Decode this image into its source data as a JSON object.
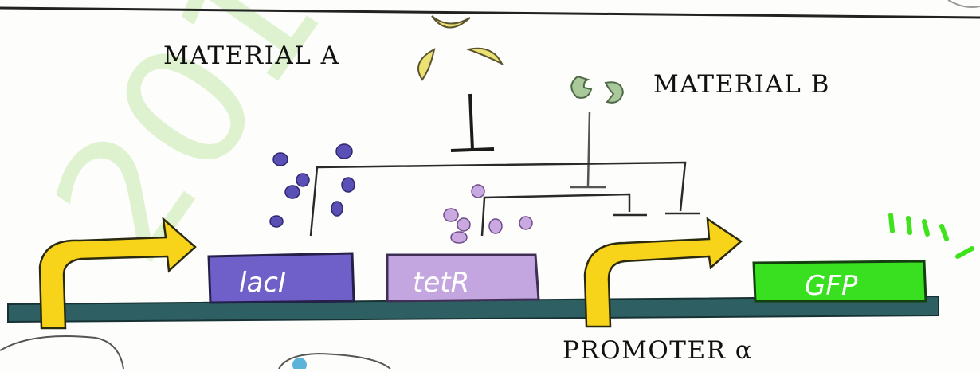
{
  "watermark": "201",
  "labels": {
    "material_a": "MATERIAL A",
    "material_b": "MATERIAL B",
    "promoter": "PROMOTER α"
  },
  "genes": [
    {
      "label": "lacI",
      "color": "#6f5fc9"
    },
    {
      "label": "tetR",
      "color": "#c3a6df"
    },
    {
      "label": "GFP",
      "color": "#38e01f"
    }
  ],
  "colors": {
    "dna": "#2e5f62",
    "promoter_arrow": "#f7d319",
    "material_a": "#ece273",
    "material_b": "#a9c99a",
    "laci_protein": "#5a4fb5",
    "tetr_protein": "#c9a9e0",
    "gfp_glow": "#3ee31c",
    "watermark": "#dff2cf"
  }
}
